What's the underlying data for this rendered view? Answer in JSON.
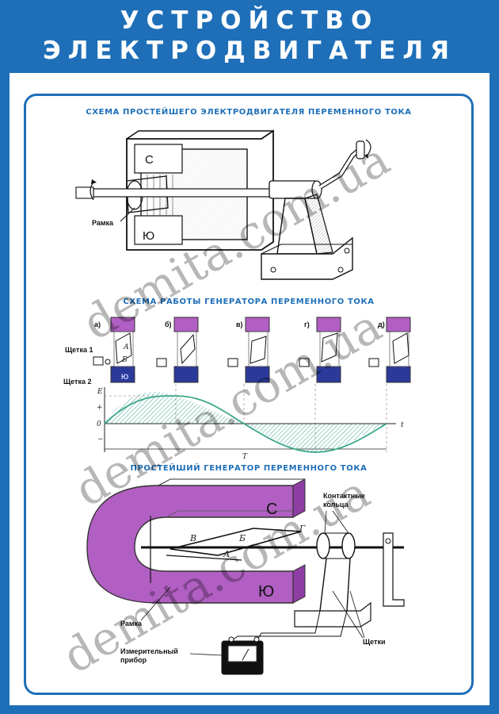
{
  "header": {
    "title_line1": "УСТРОЙСТВО",
    "title_line2": "ЭЛЕКТРОДВИГАТЕЛЯ"
  },
  "sections": {
    "motor": {
      "title": "СХЕМА ПРОСТЕЙШЕГО ЭЛЕКТРОДВИГАТЕЛЯ ПЕРЕМЕННОГО ТОКА",
      "pole_north": "С",
      "pole_south": "Ю",
      "frame_label": "Рамка"
    },
    "generator_work": {
      "title": "СХЕМА РАБОТЫ ГЕНЕРАТОРА ПЕРЕМЕННОГО ТОКА",
      "stage_labels": [
        "а)",
        "б)",
        "в)",
        "г)",
        "д)"
      ],
      "brush1_label": "Щетка 1",
      "brush2_label": "Щетка 2",
      "pole_south": "Ю",
      "coil_letters": [
        "А",
        "Б"
      ],
      "axis_e": "E",
      "axis_plus": "+",
      "axis_zero": "0",
      "axis_minus": "−",
      "axis_t": "t",
      "period_label": "T"
    },
    "simple_generator": {
      "title": "ПРОСТЕЙШИЙ ГЕНЕРАТОР ПЕРЕМЕННОГО ТОКА",
      "pole_north": "С",
      "pole_south": "Ю",
      "contact_rings_line1": "Контактные",
      "contact_rings_line2": "кольца",
      "frame_label": "Рамка",
      "brushes_label": "Щетки",
      "meter_line1": "Измерительный",
      "meter_line2": "прибор",
      "letters": [
        "В",
        "Б",
        "Г",
        "А"
      ]
    }
  },
  "watermark": "demita.com.ua",
  "colors": {
    "blue": "#1e6fb8",
    "magenta": "#b15fc2",
    "navy": "#2b3a9a",
    "teal": "#3aa68a"
  }
}
